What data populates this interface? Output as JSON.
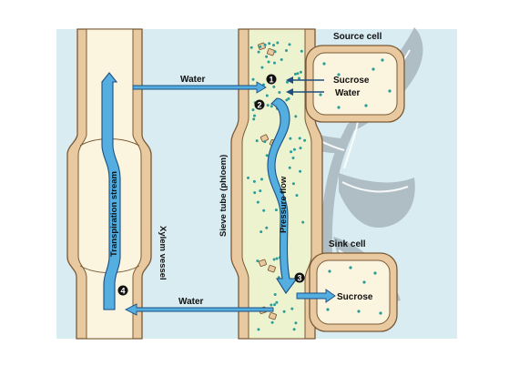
{
  "labels": {
    "source_cell": "Source cell",
    "sink_cell": "Sink cell",
    "sucrose_source": "Sucrose",
    "water_source": "Water",
    "sucrose_sink": "Sucrose",
    "water_top": "Water",
    "water_bottom": "Water",
    "transpiration_stream": "Transpiration stream",
    "xylem_vessel": "Xylem vessel",
    "sieve_tube": "Sieve tube (phloem)",
    "pressure_flow": "Pressure flow"
  },
  "steps": [
    "1",
    "2",
    "3",
    "4"
  ],
  "colors": {
    "background": "#d8ecf2",
    "cell_wall": "#e8c9a0",
    "cell_wall_outline": "#7a5a35",
    "cytoplasm": "#fbf4de",
    "sieve_fill": "#eef3cf",
    "sucrose_dot": "#2a9d99",
    "arrow_blue": "#55aee0",
    "arrow_outline": "#1c4e80",
    "plant_shadow": "#a9b6be"
  }
}
